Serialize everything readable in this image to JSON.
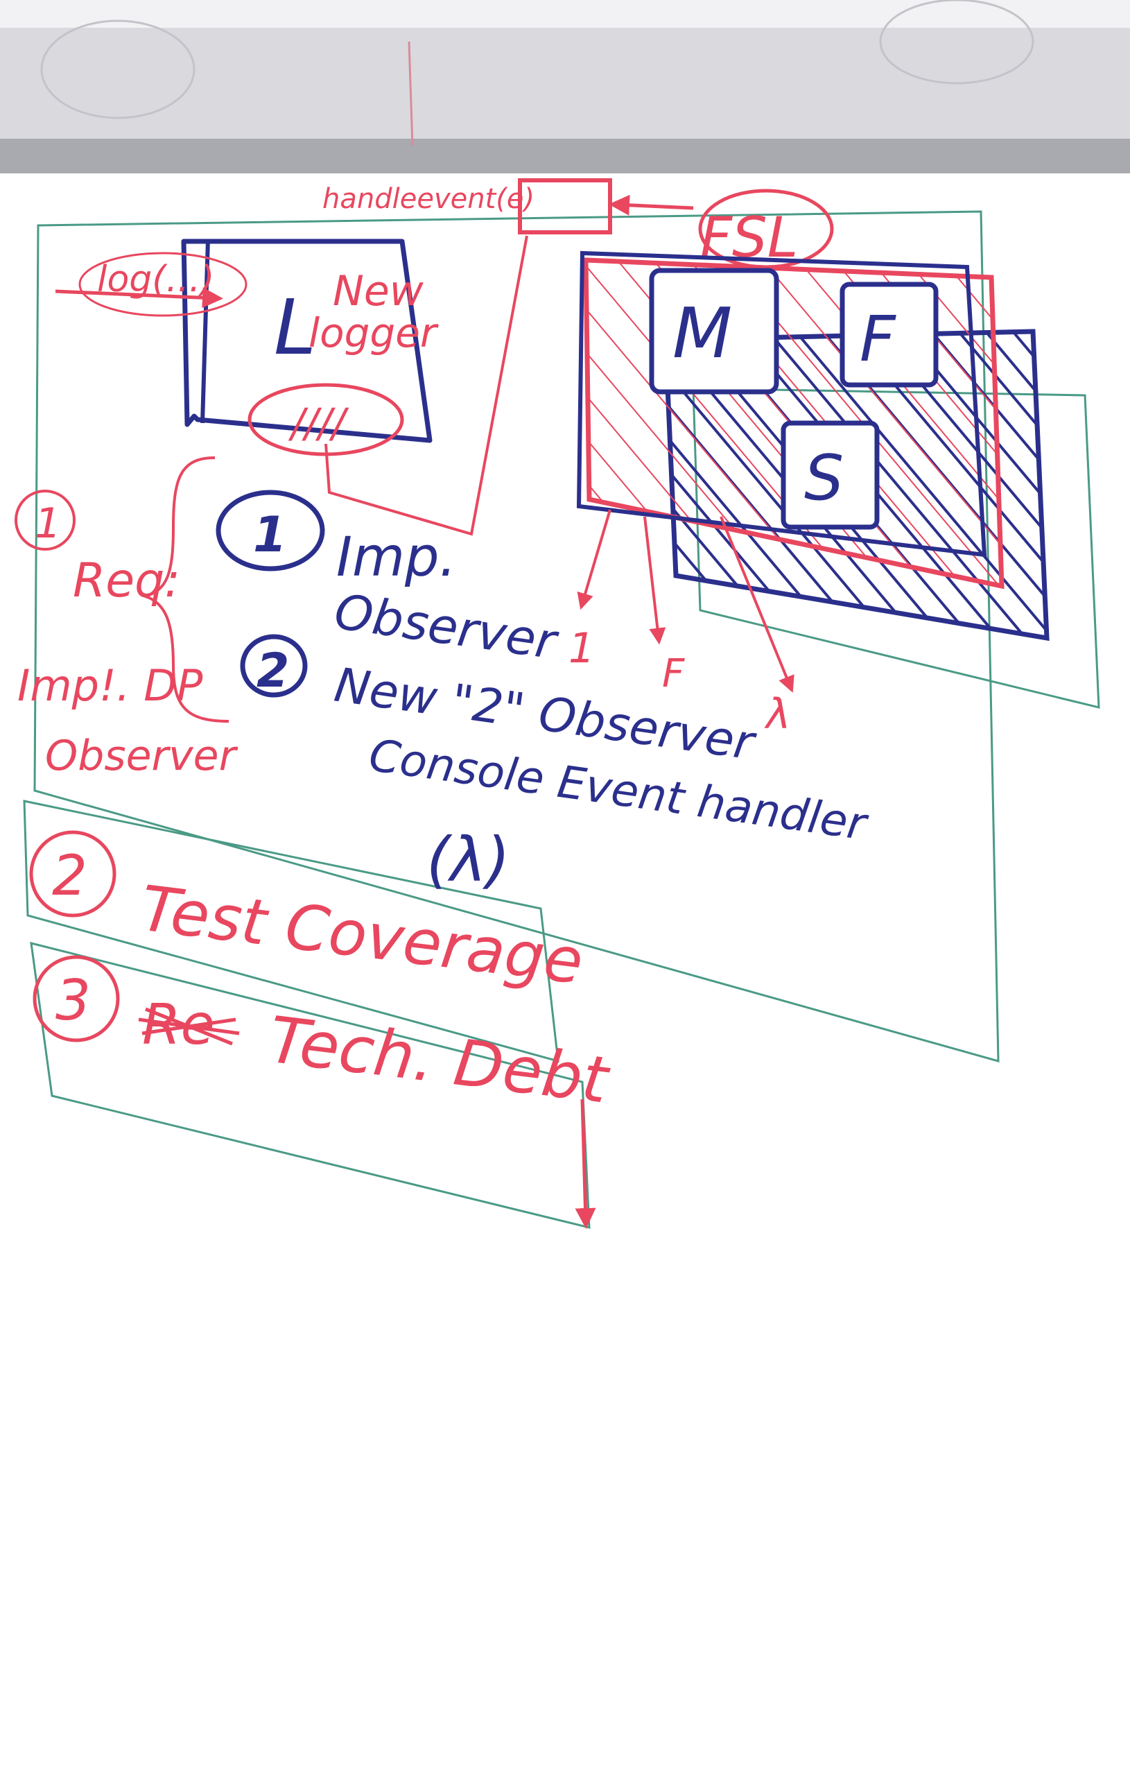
{
  "colors": {
    "red_marker": "#e8475f",
    "blue_marker": "#2b2f8c",
    "green_marker": "#4a9a86",
    "flipchart_roll": "#d9d9de",
    "paper": "#ffffff"
  },
  "top_diagram": {
    "handle_event_label": "handleevent(e)",
    "log_call_label": "log(...)",
    "new_logger_label_line1": "New",
    "new_logger_label_line2": "logger",
    "logger_box_letter": "L",
    "logger_hatch_label": "////",
    "fsl_label": "FSL",
    "module_m": "M",
    "module_f": "F",
    "module_s": "S",
    "arrow_target_1": "1",
    "arrow_target_2": "F",
    "arrow_target_3": "λ"
  },
  "left_note": {
    "number": "1",
    "line1": "Req:",
    "line2": "Imp!. DP",
    "line3": "Observer"
  },
  "numbered_list": {
    "item1_number": "1",
    "item1_line1": "Imp.",
    "item1_line2": "Observer",
    "item2_number": "2",
    "item2_line1": "New \"2\" Observer",
    "item2_line2": "Console Event handler",
    "item2_note": "(λ)"
  },
  "priorities": {
    "p2_number": "2",
    "p2_text": "Test Coverage",
    "p3_number": "3",
    "p3_crossed": "Re",
    "p3_text": "Tech. Debt"
  }
}
